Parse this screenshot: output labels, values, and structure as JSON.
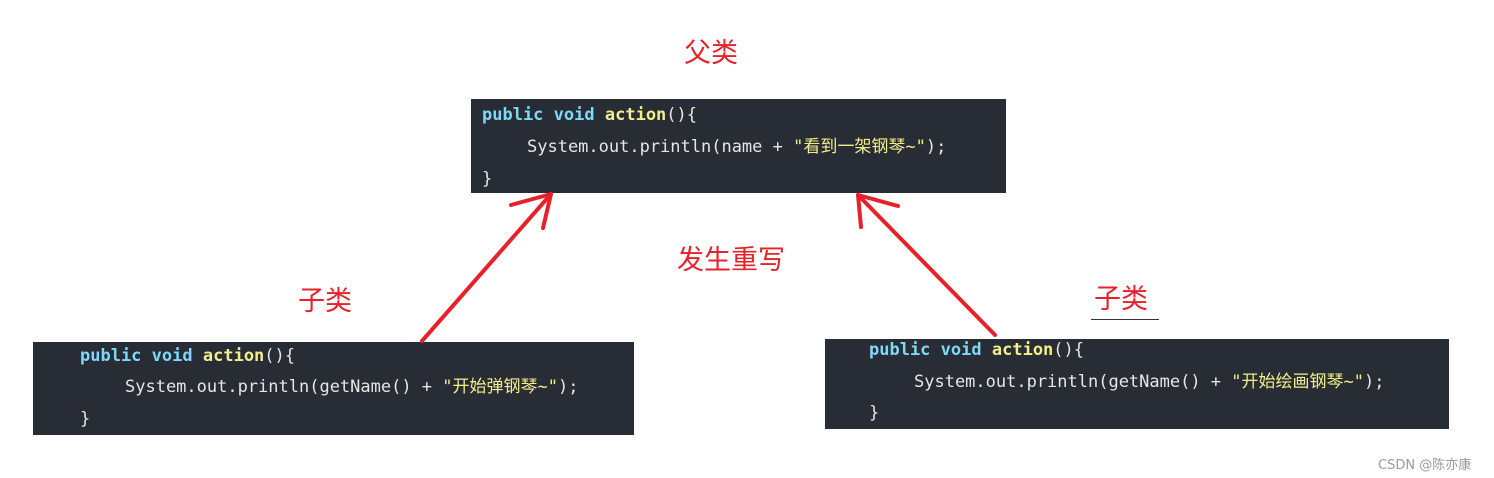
{
  "labels": {
    "parent": "父类",
    "override": "发生重写",
    "child_left": "子类",
    "child_right": "子类"
  },
  "parent_code": {
    "kw_public": "public",
    "kw_void": "void",
    "method": "action",
    "open": "(){",
    "call": "System.out.println(name + ",
    "str": "\"看到一架钢琴~\"",
    "end": ");",
    "close": "}"
  },
  "left_code": {
    "kw_public": "public",
    "kw_void": "void",
    "method": "action",
    "open": "(){",
    "call": "System.out.println(getName() + ",
    "str": "\"开始弹钢琴~\"",
    "end": ");",
    "close": "}"
  },
  "right_code": {
    "kw_public": "public",
    "kw_void": "void",
    "method": "action",
    "open": "(){",
    "call": "System.out.println(getName() + ",
    "str": "\"开始绘画钢琴~\"",
    "end": ");",
    "close": "}"
  },
  "watermark": "CSDN @陈亦康",
  "colors": {
    "label_red": "#e8202a",
    "code_bg": "#282c34",
    "keyword": "#7fd8f7",
    "function": "#f2ee8b",
    "string": "#f2ee8b",
    "arrow": "#e8202a"
  }
}
